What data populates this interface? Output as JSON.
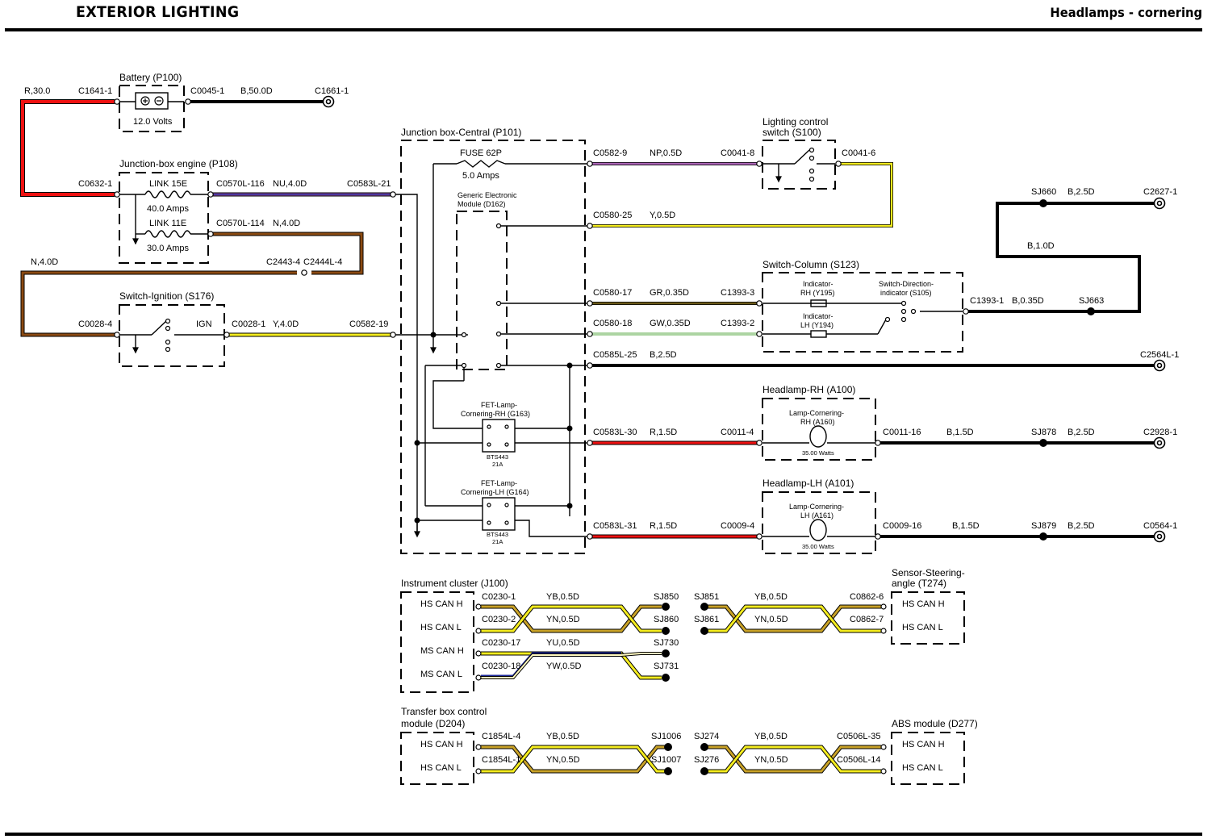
{
  "header": {
    "section": "EXTERIOR LIGHTING",
    "subtitle": "Headlamps - cornering"
  },
  "wire_colors": {
    "red": "#ee1111",
    "black": "#000000",
    "brown": "#8b4a12",
    "yellow": "#f4ec1e",
    "navy": "#1e2a9a",
    "purple": "#9a4fa8",
    "olive": "#6b5a1a",
    "green": "#5aa845",
    "gold": "#c9a227"
  },
  "components": {
    "battery": {
      "title": "Battery (P100)",
      "rating": "12.0 Volts"
    },
    "jb_engine": {
      "title": "Junction-box engine (P108)",
      "link15": "LINK 15E",
      "link15_rating": "40.0 Amps",
      "link11": "LINK 11E",
      "link11_rating": "30.0 Amps"
    },
    "ignition": {
      "title": "Switch-Ignition (S176)",
      "ign": "IGN"
    },
    "jb_central": {
      "title": "Junction box-Central (P101)",
      "fuse": "FUSE 62P",
      "fuse_rating": "5.0 Amps",
      "gem_l1": "Generic Electronic",
      "gem_l2": "Module (D162)",
      "fet_rh_l1": "FET-Lamp-",
      "fet_rh_l2": "Cornering-RH (G163)",
      "fet_lh_l1": "FET-Lamp-",
      "fet_lh_l2": "Cornering-LH (G164)",
      "bts": "BTS443",
      "bts_a": "21A"
    },
    "lighting_switch": {
      "title_l1": "Lighting control",
      "title_l2": "switch (S100)"
    },
    "switch_column": {
      "title": "Switch-Column (S123)",
      "ind_rh_l1": "Indicator-",
      "ind_rh_l2": "RH (Y195)",
      "ind_lh_l1": "Indicator-",
      "ind_lh_l2": "LH (Y194)",
      "sdi_l1": "Switch-Direction-",
      "sdi_l2": "indicator (S105)"
    },
    "headlamp_rh": {
      "title": "Headlamp-RH (A100)",
      "lamp_l1": "Lamp-Cornering-",
      "lamp_l2": "RH (A160)",
      "watts": "35.00 Watts"
    },
    "headlamp_lh": {
      "title": "Headlamp-LH (A101)",
      "lamp_l1": "Lamp-Cornering-",
      "lamp_l2": "LH (A161)",
      "watts": "35.00 Watts"
    },
    "instrument_cluster": {
      "title": "Instrument cluster (J100)",
      "pins": [
        "HS CAN H",
        "HS CAN L",
        "MS CAN H",
        "MS CAN L"
      ]
    },
    "sensor_steering": {
      "title_l1": "Sensor-Steering-",
      "title_l2": "angle (T274)",
      "pins": [
        "HS CAN H",
        "HS CAN L"
      ]
    },
    "transfer_box": {
      "title_l1": "Transfer box control",
      "title_l2": "module (D204)",
      "pins": [
        "HS CAN H",
        "HS CAN L"
      ]
    },
    "abs": {
      "title": "ABS module (D277)",
      "pins": [
        "HS CAN H",
        "HS CAN L"
      ]
    }
  },
  "labels": {
    "r30": "R,30.0",
    "c1641": "C1641-1",
    "c0045": "C0045-1",
    "b50": "B,50.0D",
    "c1661": "C1661-1",
    "c0632": "C0632-1",
    "c0570_116": "C0570L-116",
    "nu40": "NU,4.0D",
    "c0583_21": "C0583L-21",
    "c0570_114": "C0570L-114",
    "n40a": "N,4.0D",
    "n40b": "N,4.0D",
    "c2443": "C2443-4",
    "c2444": "C2444L-4",
    "c0028_4": "C0028-4",
    "c0028_1": "C0028-1",
    "y40": "Y,4.0D",
    "c0582_19": "C0582-19",
    "c0582_9": "C0582-9",
    "np05": "NP,0.5D",
    "c0041_8": "C0041-8",
    "c0041_6": "C0041-6",
    "c0580_25": "C0580-25",
    "y05": "Y,0.5D",
    "sj660": "SJ660",
    "b25a": "B,2.5D",
    "c2627": "C2627-1",
    "b10": "B,1.0D",
    "c0580_17": "C0580-17",
    "gr035": "GR,0.35D",
    "c1393_3": "C1393-3",
    "c1393_1": "C1393-1",
    "b035": "B,0.35D",
    "sj663": "SJ663",
    "c0580_18": "C0580-18",
    "gw035": "GW,0.35D",
    "c1393_2": "C1393-2",
    "c0585_25": "C0585L-25",
    "b25b": "B,2.5D",
    "c2564": "C2564L-1",
    "c0583_30": "C0583L-30",
    "r15a": "R,1.5D",
    "c0011_4": "C0011-4",
    "c0011_16": "C0011-16",
    "b15a": "B,1.5D",
    "sj878": "SJ878",
    "b25c": "B,2.5D",
    "c2928": "C2928-1",
    "c0583_31": "C0583L-31",
    "r15b": "R,1.5D",
    "c0009_4": "C0009-4",
    "c0009_16": "C0009-16",
    "b15b": "B,1.5D",
    "sj879": "SJ879",
    "b25d": "B,2.5D",
    "c0564": "C0564-1",
    "c0230_1": "C0230-1",
    "yb05a": "YB,0.5D",
    "sj850": "SJ850",
    "c0230_2": "C0230-2",
    "yn05a": "YN,0.5D",
    "sj860": "SJ860",
    "c0230_17": "C0230-17",
    "yu05": "YU,0.5D",
    "sj730": "SJ730",
    "c0230_18": "C0230-18",
    "yw05": "YW,0.5D",
    "sj731": "SJ731",
    "sj851": "SJ851",
    "yb05b": "YB,0.5D",
    "c0862_6": "C0862-6",
    "sj861": "SJ861",
    "yn05b": "YN,0.5D",
    "c0862_7": "C0862-7",
    "c1854_4": "C1854L-4",
    "yb05c": "YB,0.5D",
    "sj1006": "SJ1006",
    "c1854_1": "C1854L-1",
    "yn05c": "YN,0.5D",
    "sj1007": "SJ1007",
    "sj274": "SJ274",
    "yb05d": "YB,0.5D",
    "c0506_35": "C0506L-35",
    "sj276": "SJ276",
    "yn05d": "YN,0.5D",
    "c0506_14": "C0506L-14"
  }
}
